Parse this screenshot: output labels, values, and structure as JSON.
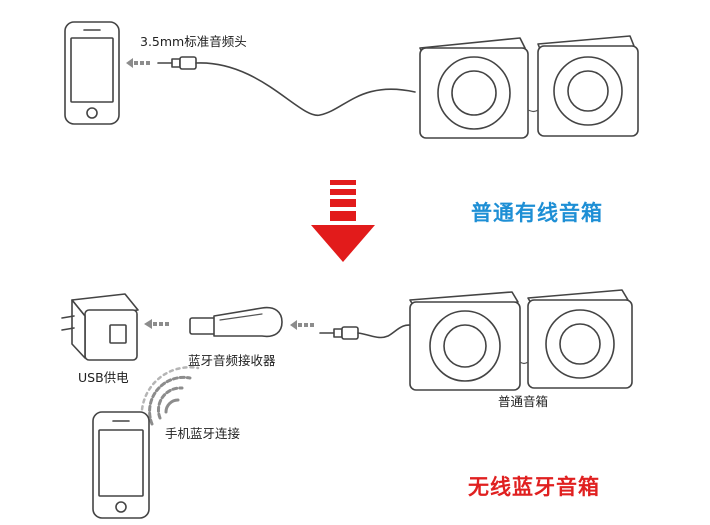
{
  "labels": {
    "jack": "3.5mm标准音频头",
    "wired_title": "普通有线音箱",
    "usb_power": "USB供电",
    "receiver": "蓝牙音频接收器",
    "normal_speaker": "普通音箱",
    "phone_bt": "手机蓝牙连接",
    "wireless_title": "无线蓝牙音箱"
  },
  "colors": {
    "wired_title": "#1e8fd5",
    "wireless_title": "#e02020",
    "down_arrow": "#e21b1b",
    "small_arrows": "#8c8c8c"
  },
  "icons": {
    "phone": "smartphone-icon",
    "speaker": "speaker-icon",
    "charger": "usb-charger-icon",
    "dongle": "bluetooth-dongle-icon",
    "wifi": "signal-waves-icon"
  }
}
